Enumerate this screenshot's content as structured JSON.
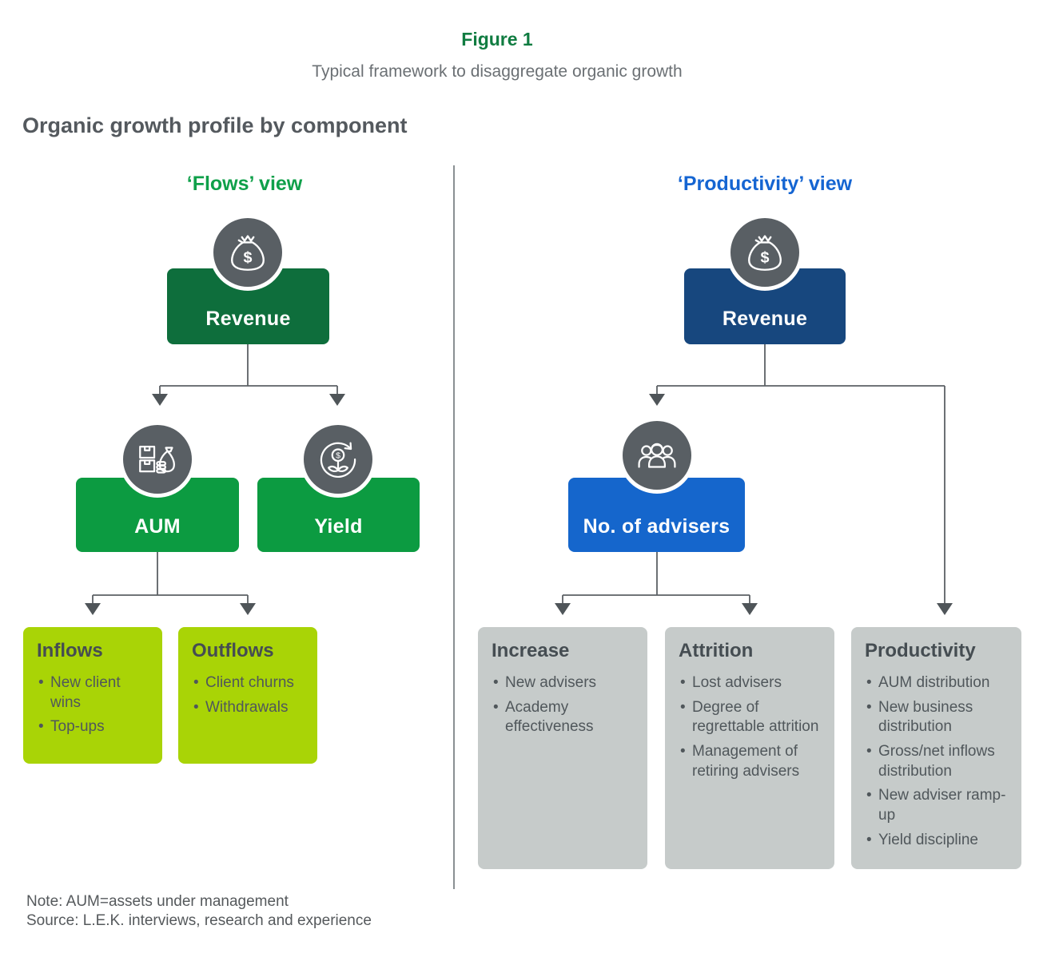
{
  "figure": {
    "label": "Figure 1",
    "subtitle": "Typical framework to disaggregate organic growth"
  },
  "heading": "Organic growth profile by component",
  "flows": {
    "view_title": "‘Flows’ view",
    "revenue_label": "Revenue",
    "aum_label": "AUM",
    "yield_label": "Yield",
    "inflows": {
      "title": "Inflows",
      "bullets": [
        "New client wins",
        "Top-ups"
      ]
    },
    "outflows": {
      "title": "Outflows",
      "bullets": [
        "Client churns",
        "Withdrawals"
      ]
    }
  },
  "productivity": {
    "view_title": "‘Productivity’ view",
    "revenue_label": "Revenue",
    "advisers_label": "No. of advisers",
    "increase": {
      "title": "Increase",
      "bullets": [
        "New advisers",
        "Academy effectiveness"
      ]
    },
    "attrition": {
      "title": "Attrition",
      "bullets": [
        "Lost advisers",
        "Degree of regrettable attrition",
        "Management of retiring advisers"
      ]
    },
    "productivity_card": {
      "title": "Productivity",
      "bullets": [
        "AUM distribution",
        "New business distribution",
        "Gross/net inflows distribution",
        "New adviser ramp-up",
        "Yield discipline"
      ]
    }
  },
  "footnotes": {
    "note": "Note: AUM=assets under management",
    "source": "Source: L.E.K. interviews, research and experience"
  },
  "icons": {
    "flows_revenue": "money-bag-icon",
    "flows_aum": "assets-boxes-icon",
    "flows_yield": "yield-plant-coin-icon",
    "productivity_revenue": "money-bag-icon",
    "productivity_advisers": "advisers-group-icon"
  },
  "colors": {
    "figure_title_green": "#107C41",
    "flows_view_green": "#0FA04A",
    "revenue_dark_green": "#0E6E3C",
    "aum_yield_green": "#0C9B41",
    "inflow_outflow_lime": "#A9D406",
    "productivity_view_blue": "#1565D2",
    "revenue_navy": "#17477E",
    "advisers_blue": "#1566CC",
    "icon_circle_gray": "#595F64",
    "card_gray": "#C6CBCA",
    "connector_gray": "#5C6165"
  }
}
